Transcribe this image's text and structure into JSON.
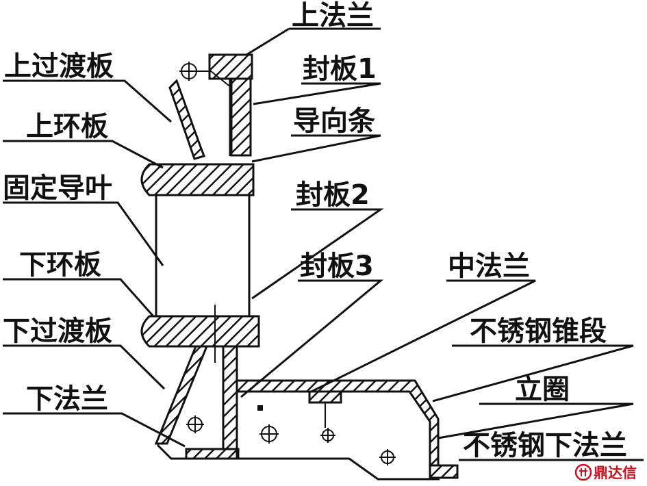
{
  "labels": {
    "upper_flange": "上法兰",
    "upper_transition_plate": "上过渡板",
    "sealing_plate_1": "封板1",
    "guide_strip": "导向条",
    "upper_ring_plate": "上环板",
    "fixed_guide_vane": "固定导叶",
    "sealing_plate_2": "封板2",
    "lower_ring_plate": "下环板",
    "sealing_plate_3": "封板3",
    "middle_flange": "中法兰",
    "lower_transition_plate": "下过渡板",
    "stainless_cone_section": "不锈钢锥段",
    "lower_flange": "下法兰",
    "vertical_ring": "立圈",
    "stainless_lower_flange": "不锈钢下法兰"
  },
  "watermark": "鼎达信"
}
